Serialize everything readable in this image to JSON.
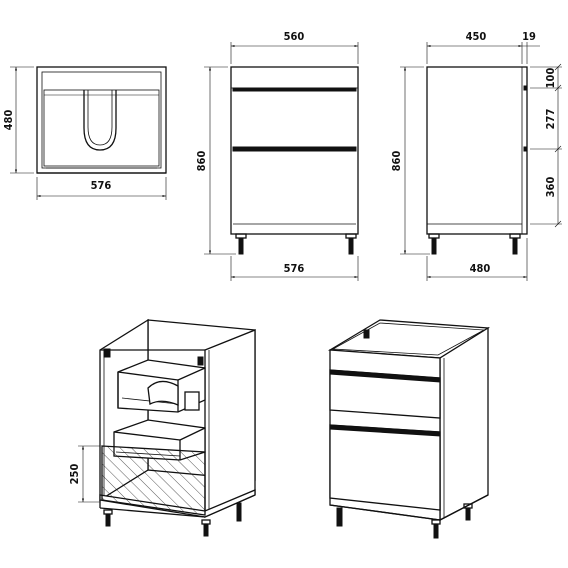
{
  "top_view": {
    "width_label": "576",
    "depth_label": "480"
  },
  "front_view": {
    "width_top_label": "560",
    "width_bottom_label": "576",
    "height_label": "860"
  },
  "side_view": {
    "depth_top_label": "450",
    "panel_gap_label": "19",
    "top_gap_label": "100",
    "drawer1_label": "277",
    "drawer2_label": "360",
    "height_label": "860",
    "depth_bottom_label": "480"
  },
  "iso_open_view": {
    "kickboard_label": "250"
  }
}
